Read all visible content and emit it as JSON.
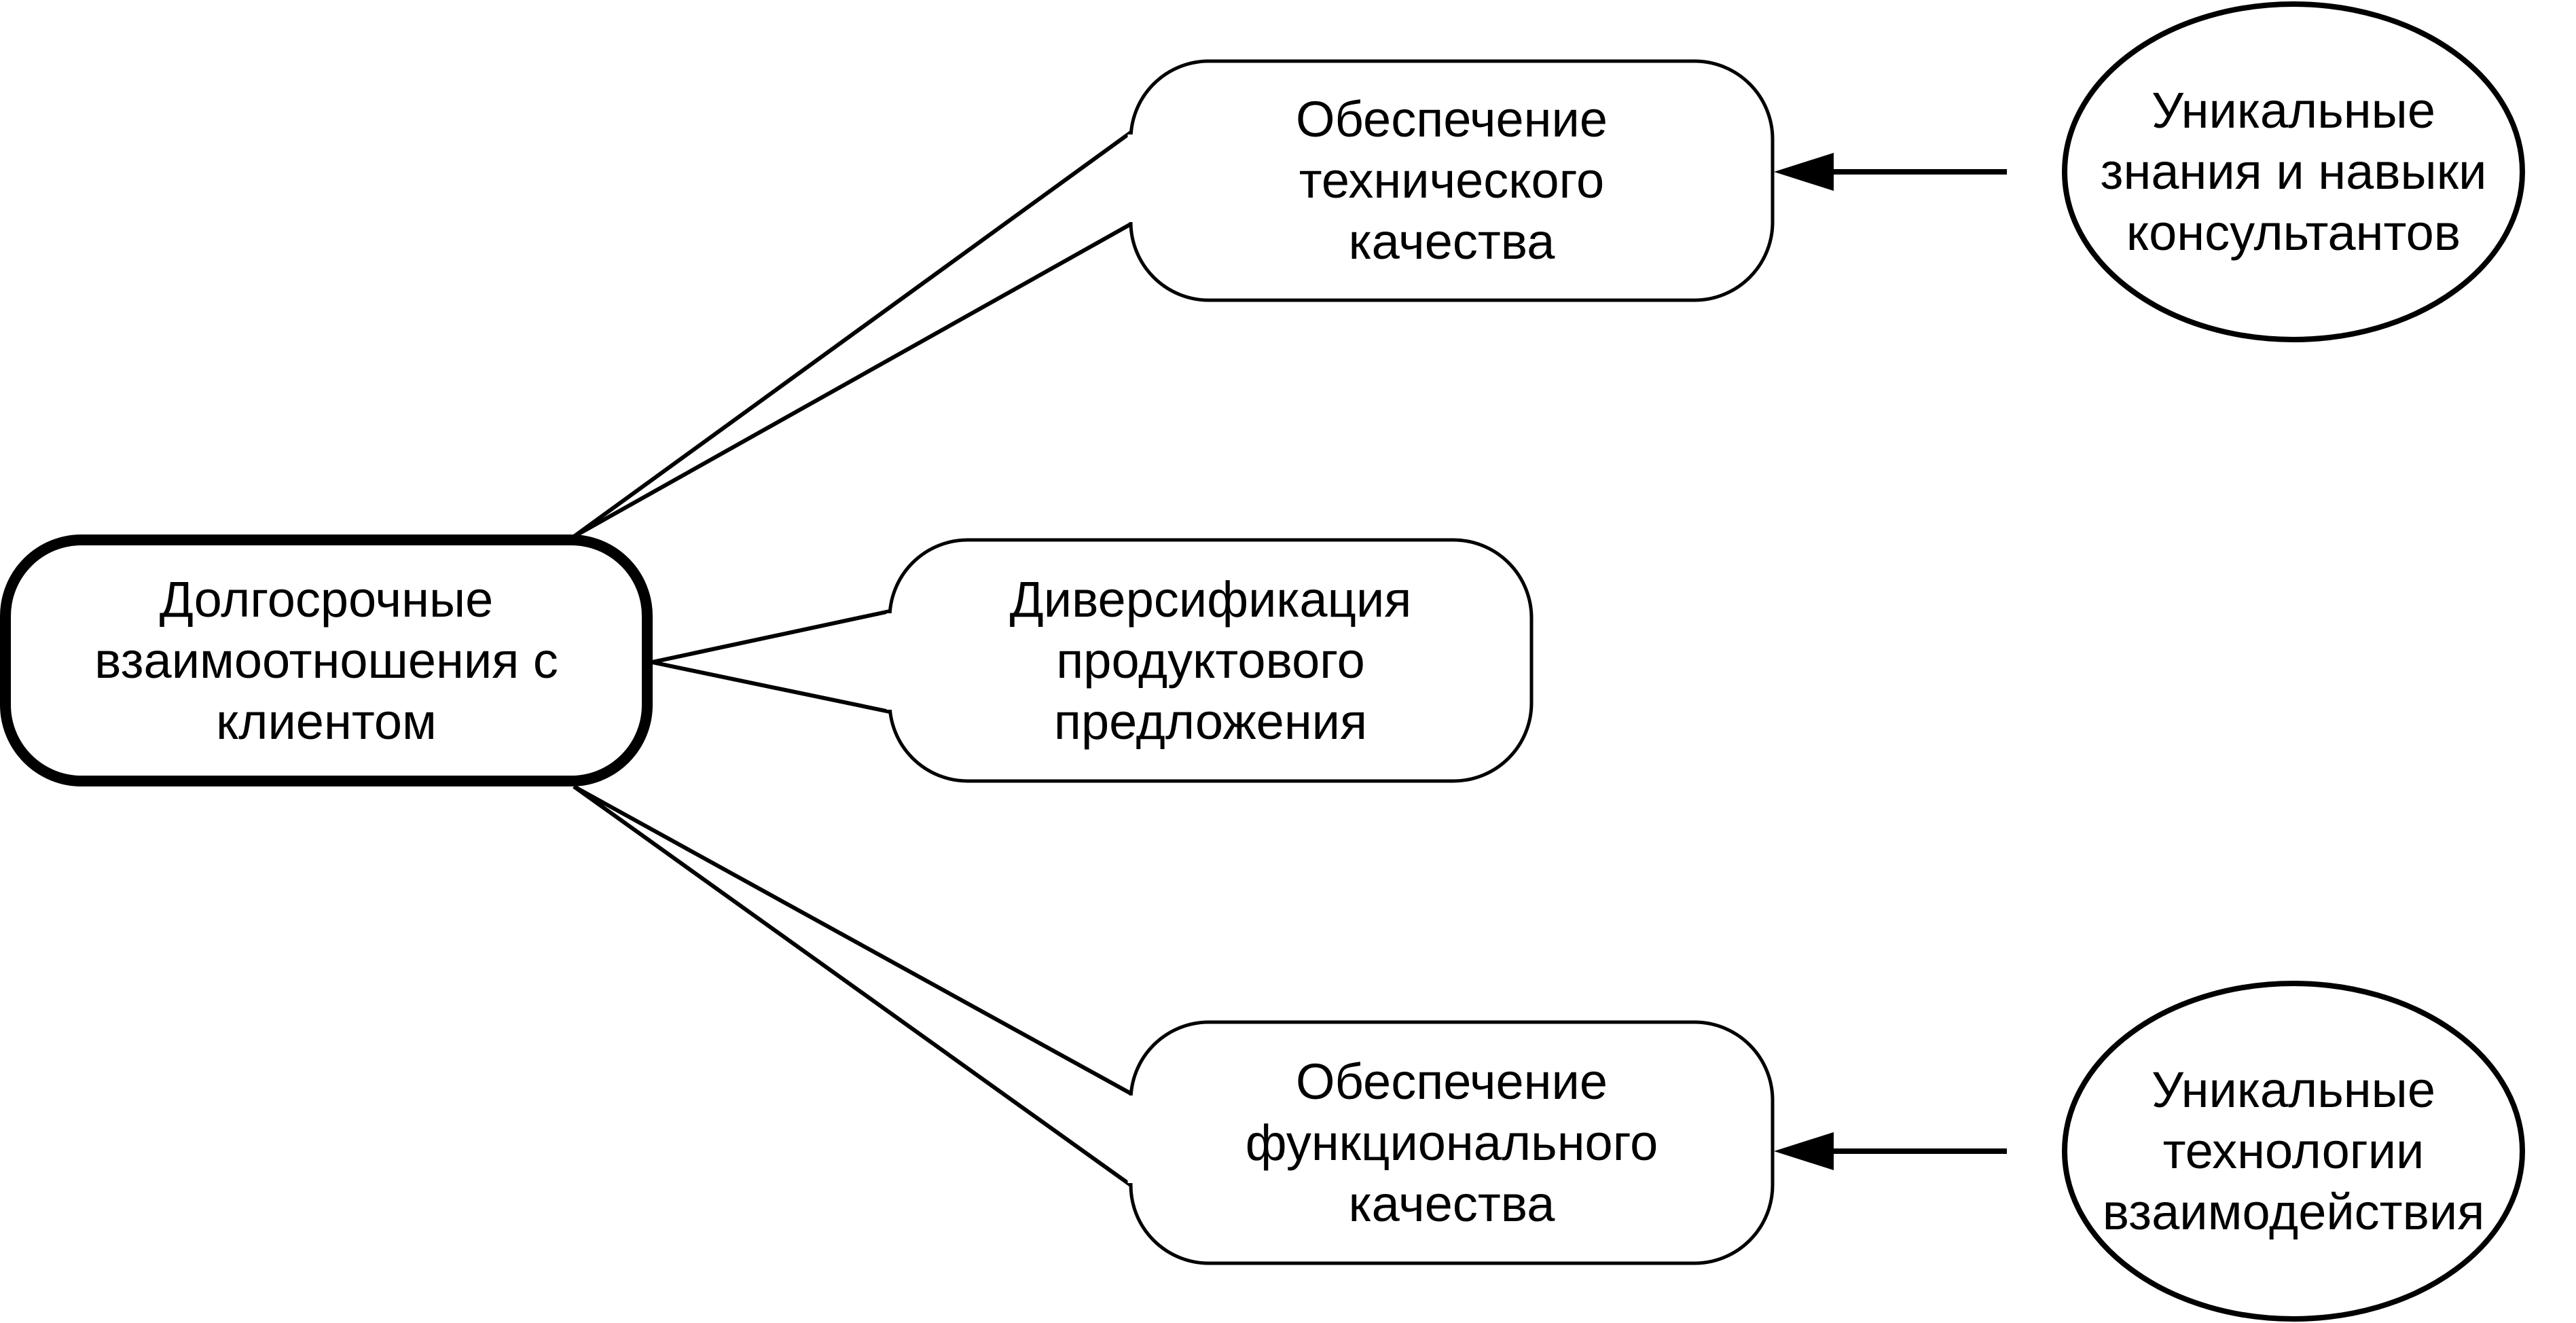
{
  "diagram": {
    "center": {
      "lines": [
        "Долгосрочные",
        "взаимоотношения с",
        "клиентом"
      ]
    },
    "technical_quality": {
      "lines": [
        "Обеспечение",
        "технического",
        "качества"
      ]
    },
    "diversification": {
      "lines": [
        "Диверсификация",
        "продуктового",
        "предложения"
      ]
    },
    "functional_quality": {
      "lines": [
        "Обеспечение",
        "функционального",
        "качества"
      ]
    },
    "unique_knowledge": {
      "lines": [
        "Уникальные",
        "знания и навыки",
        "консультантов"
      ]
    },
    "unique_technologies": {
      "lines": [
        "Уникальные",
        "технологии",
        "взаимодействия"
      ]
    }
  },
  "colors": {
    "stroke": "#000000",
    "fill": "#ffffff"
  }
}
